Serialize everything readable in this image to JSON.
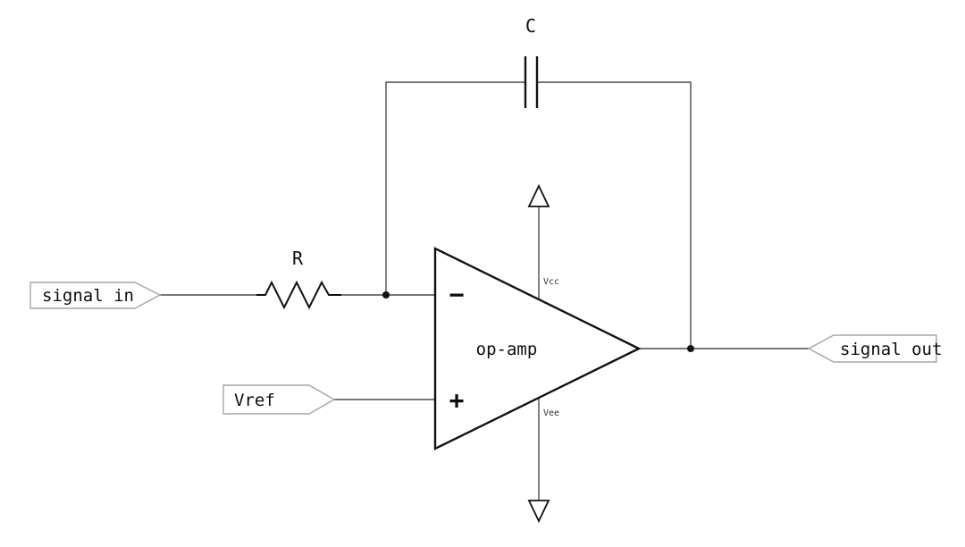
{
  "diagram": {
    "type": "circuit-schematic",
    "description": "Inverting op-amp stage with series resistor and capacitor feedback",
    "labels": {
      "signal_in": "signal in",
      "signal_out": "signal out",
      "vref": "Vref",
      "resistor": "R",
      "capacitor": "C",
      "opamp": "op-amp",
      "vcc": "Vcc",
      "vee": "Vee",
      "minus_pin": "−",
      "plus_pin": "+"
    },
    "colors": {
      "wire": "#4a4a4a",
      "component": "#111111",
      "flag_border": "#a6a6a6",
      "background": "#ffffff"
    }
  }
}
